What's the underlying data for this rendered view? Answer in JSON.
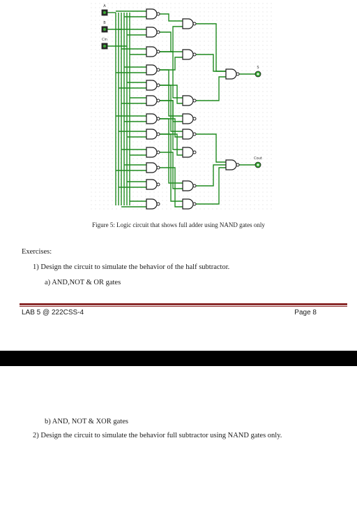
{
  "circuit": {
    "input_labels": [
      "A",
      "B",
      "Cin"
    ],
    "output_labels": [
      "S",
      "Cout"
    ],
    "colors": {
      "wire": "#1f8a1f",
      "gate": "#1a1a1a",
      "grid": "#e8e8e8",
      "output": "#3aaa35"
    }
  },
  "caption": "Figure 5: Logic circuit that shows full adder using NAND gates only",
  "exercises": {
    "title": "Exercises:",
    "q1": "1)  Design the circuit to simulate the behavior of the half subtractor.",
    "q1a": "a)  AND,NOT & OR gates",
    "q1b": "b)  AND, NOT & XOR gates",
    "q2": "2)  Design the circuit to simulate the behavior full subtractor using NAND gates only."
  },
  "footer": {
    "left": "LAB 5 @ 222CSS-4",
    "right": "Page 8",
    "rule_color": "#8b2b2b"
  }
}
